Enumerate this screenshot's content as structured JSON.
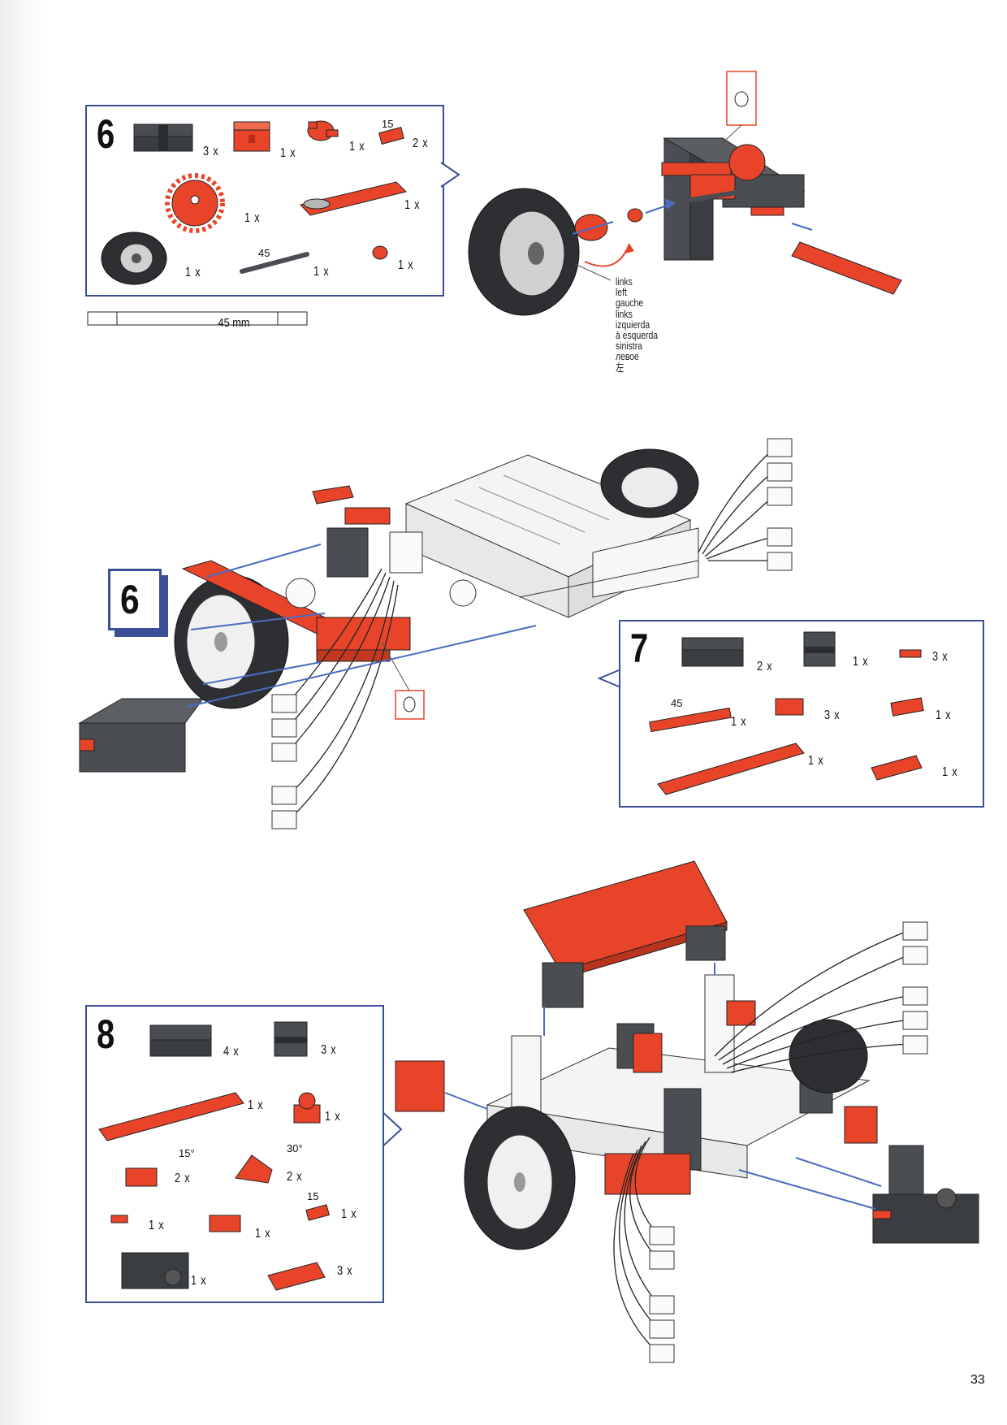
{
  "page_number": "33",
  "colors": {
    "accent_red": "#e8442a",
    "block_gray": "#4a4d52",
    "frame_blue": "#3a4f98",
    "arrow_blue": "#4a6cc0"
  },
  "steps": [
    {
      "number": "6",
      "parts": [
        {
          "icon": "gray-building-block",
          "qty": "3 x"
        },
        {
          "icon": "red-cube-block",
          "qty": "1 x"
        },
        {
          "icon": "red-clip-hub",
          "qty": "1 x"
        },
        {
          "icon": "red-small-block",
          "qty": "2 x",
          "label": "15"
        },
        {
          "icon": "red-gear",
          "qty": "1 x"
        },
        {
          "icon": "red-flat-plate",
          "qty": "1 x"
        },
        {
          "icon": "tire-wheel",
          "qty": "1 x"
        },
        {
          "icon": "axle-rod",
          "qty": "1 x",
          "label": "45"
        },
        {
          "icon": "red-bushing",
          "qty": "1 x"
        }
      ],
      "measure": "45 mm"
    },
    {
      "number": "7",
      "parts": [
        {
          "icon": "gray-building-block",
          "qty": "2 x"
        },
        {
          "icon": "gray-double-block",
          "qty": "1 x"
        },
        {
          "icon": "red-small-clip",
          "qty": "3 x"
        },
        {
          "icon": "red-long-beam",
          "qty": "1 x",
          "label": "45"
        },
        {
          "icon": "red-angle-block",
          "qty": "3 x"
        },
        {
          "icon": "red-square-plate",
          "qty": "1 x"
        },
        {
          "icon": "red-long-plate",
          "qty": "1 x"
        },
        {
          "icon": "red-short-plate",
          "qty": "1 x"
        }
      ]
    },
    {
      "number": "8",
      "parts": [
        {
          "icon": "gray-building-block",
          "qty": "4 x"
        },
        {
          "icon": "gray-double-block",
          "qty": "3 x"
        },
        {
          "icon": "red-long-plate",
          "qty": "1 x"
        },
        {
          "icon": "red-hinge",
          "qty": "1 x"
        },
        {
          "icon": "red-wedge-block",
          "qty": "2 x",
          "label": "15°"
        },
        {
          "icon": "red-wedge-block",
          "qty": "2 x",
          "label": "30°"
        },
        {
          "icon": "red-small-clip",
          "qty": "1 x"
        },
        {
          "icon": "red-angle-block",
          "qty": "1 x"
        },
        {
          "icon": "red-small-block",
          "qty": "1 x",
          "label": "15"
        },
        {
          "icon": "motor-gearbox",
          "qty": "1 x"
        },
        {
          "icon": "red-slotted-plate",
          "qty": "3 x"
        }
      ]
    }
  ],
  "left_label": [
    "links",
    "left",
    "gauche",
    "links",
    "izquierda",
    "à esquerda",
    "sinistra",
    "левое",
    "左"
  ],
  "callout_step": "6"
}
